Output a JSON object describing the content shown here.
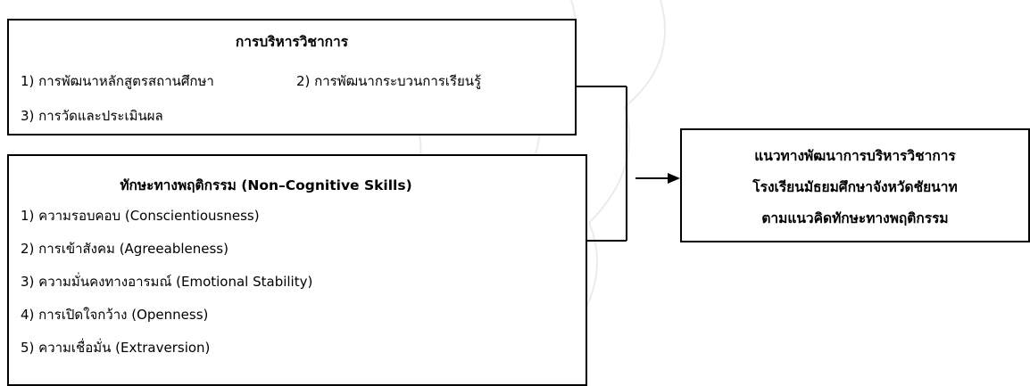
{
  "academic": {
    "title": "การบริหารวิชาการ",
    "item1": "1) การพัฒนาหลักสูตรสถานศึกษา",
    "item2": "2) การพัฒนากระบวนการเรียนรู้",
    "item3": "3) การวัดและประเมินผล"
  },
  "skills": {
    "title": "ทักษะทางพฤติกรรม (Non–Cognitive Skills)",
    "items": [
      "1) ความรอบคอบ (Conscientiousness)",
      "2) การเข้าสังคม (Agreeableness)",
      "3) ความมั่นคงทางอารมณ์ (Emotional Stability)",
      "4) การเปิดใจกว้าง (Openness)",
      "5) ความเชื่อมั่น (Extraversion)"
    ]
  },
  "outcome": {
    "line1": "แนวทางพัฒนาการบริหารวิชาการ",
    "line2": "โรงเรียนมัธยมศึกษาจังหวัดชัยนาท",
    "line3": "ตามแนวคิดทักษะทางพฤติกรรม"
  },
  "colors": {
    "stroke": "#000000",
    "background": "#ffffff"
  }
}
